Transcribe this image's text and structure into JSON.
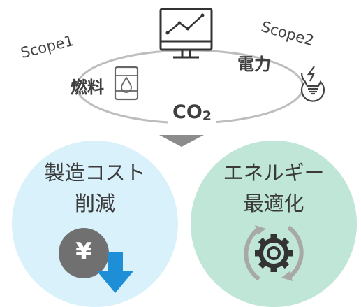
{
  "cycle": {
    "scope1_label": "Scope1",
    "fuel_label": "燃料",
    "scope2_label": "Scope2",
    "power_label": "電力",
    "co2_main": "CO",
    "co2_sub": "2"
  },
  "outcomes": {
    "left_line1": "製造コスト",
    "left_line2": "削減",
    "yen_symbol": "¥",
    "right_line1": "エネルギー",
    "right_line2": "最適化"
  },
  "colors": {
    "left_circle": "#d9f1fb",
    "right_circle": "#bfe6d7",
    "loop_stroke": "#bdbdbd",
    "arrow": "#8c8c8c",
    "down_arrow": "#1e8fd6",
    "yen_coin": "#707070"
  }
}
